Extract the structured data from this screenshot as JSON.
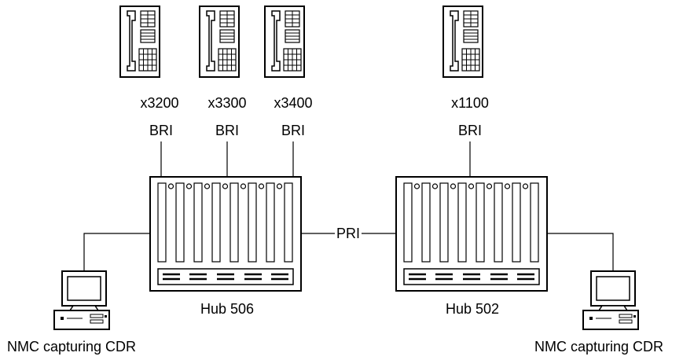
{
  "phones": [
    {
      "ext": "x3200",
      "link": "BRI"
    },
    {
      "ext": "x3300",
      "link": "BRI"
    },
    {
      "ext": "x3400",
      "link": "BRI"
    },
    {
      "ext": "x1100",
      "link": "BRI"
    }
  ],
  "hubs": [
    {
      "label": "Hub 506"
    },
    {
      "label": "Hub 502"
    }
  ],
  "trunk": {
    "label": "PRI"
  },
  "stations": [
    {
      "label": "NMC capturing CDR"
    },
    {
      "label": "NMC capturing CDR"
    }
  ]
}
